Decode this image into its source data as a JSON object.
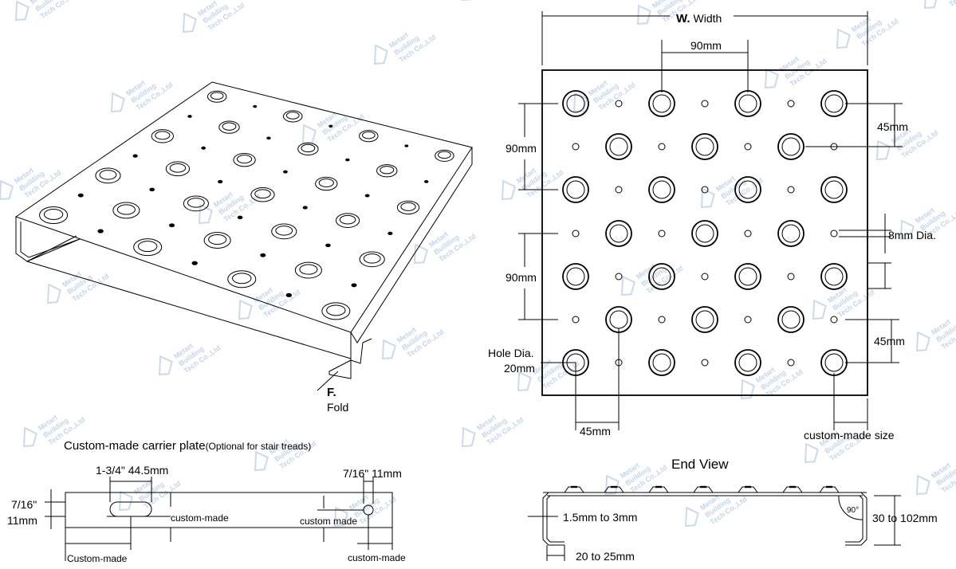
{
  "watermark": {
    "lines": [
      "Metart",
      "Building",
      "Tech Co.,Ltd"
    ],
    "color": "#7f9fd0"
  },
  "perspective": {
    "fold_label_top": "F.",
    "fold_label_bottom": "Fold"
  },
  "plan_view": {
    "width_label_bold": "W.",
    "width_label": "Width",
    "top_spacing": "90mm",
    "left_spacing_upper": "90mm",
    "left_spacing_lower": "90mm",
    "right_offset_upper": "45mm",
    "right_small_hole": "8mm Dia.",
    "right_offset_lower": "45mm",
    "hole_dia_line1": "Hole Dia.",
    "hole_dia_line2": "20mm",
    "bottom_left_offset": "45mm",
    "bottom_right_size": "custom-made size"
  },
  "carrier_plate": {
    "title": "Custom-made carrier plate",
    "title_note": "(Optional for stair treads)",
    "slot_label": "1-3/4\" 44.5mm",
    "hole_label": "7/16\" 11mm",
    "left_height_line1": "7/16\"",
    "left_height_line2": "11mm",
    "mid_label": "custom-made",
    "right_mid_label": "custom made",
    "bottom_left_label": "Custom-made",
    "bottom_right_label": "custom-made"
  },
  "end_view": {
    "title": "End View",
    "thickness": "1.5mm to 3mm",
    "angle": "90°",
    "height": "30 to 102mm",
    "flange": "20 to 25mm"
  }
}
